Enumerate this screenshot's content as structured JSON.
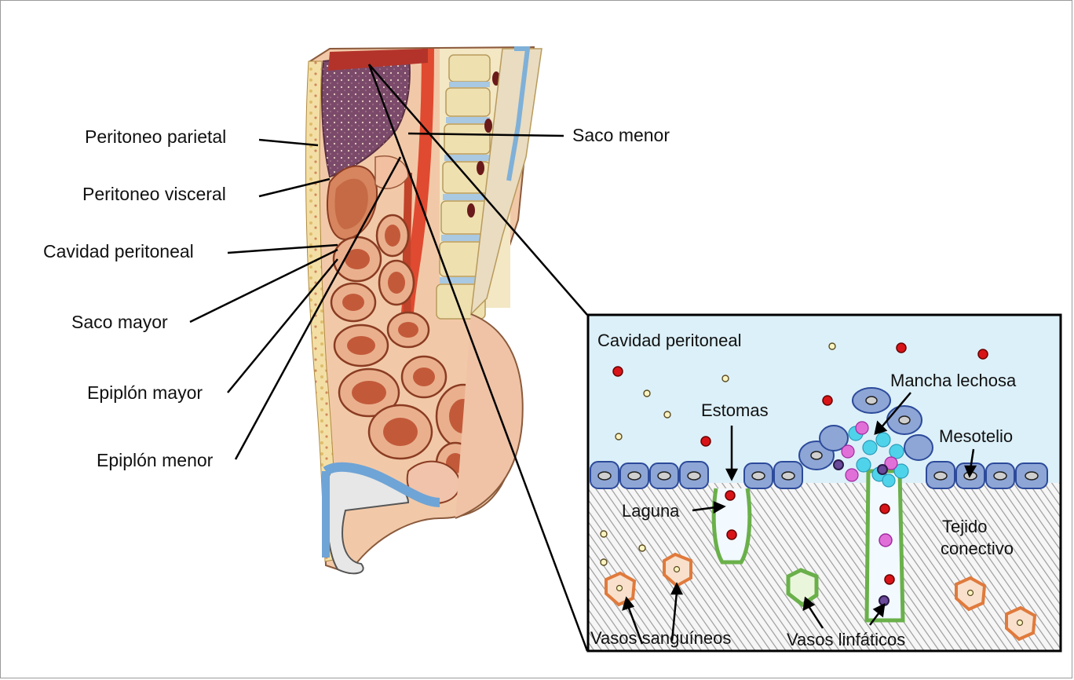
{
  "anatomy_labels": {
    "peritoneo_parietal": "Peritoneo parietal",
    "peritoneo_visceral": "Peritoneo visceral",
    "cavidad_peritoneal": "Cavidad peritoneal",
    "saco_mayor": "Saco mayor",
    "epiplon_mayor": "Epiplón mayor",
    "epiplon_menor": "Epiplón menor",
    "saco_menor": "Saco menor"
  },
  "inset_labels": {
    "cavidad_peritoneal": "Cavidad peritoneal",
    "mancha_lechosa": "Mancha lechosa",
    "estomas": "Estomas",
    "mesotelio": "Mesotelio",
    "laguna": "Laguna",
    "tejido": "Tejido",
    "conectivo": "conectivo",
    "vasos_sanguineos": "Vasos sanguíneos",
    "vasos_linfaticos": "Vasos linfáticos"
  },
  "colors": {
    "fluid": "#dcf0f9",
    "mesothelium": "#8ea6d6",
    "connective_hatch": "#9a9a9a",
    "red_cell": "#d81418",
    "lymph_vessel": "#bfe3a0",
    "blood_vessel": "#e8945c",
    "cyan_cell": "#4fd3ea",
    "magenta_cell": "#e070d8"
  }
}
